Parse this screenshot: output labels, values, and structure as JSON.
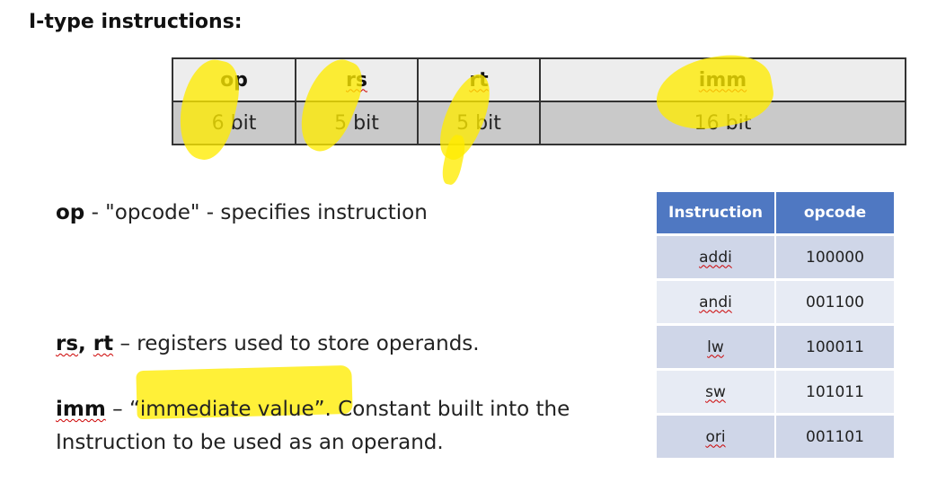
{
  "heading": "I-type instructions:",
  "format": {
    "fields": [
      {
        "name": "op",
        "bits": "6 bit"
      },
      {
        "name": "rs",
        "bits": "5 bit"
      },
      {
        "name": "rt",
        "bits": "5 bit"
      },
      {
        "name": "imm",
        "bits": "16 bit"
      }
    ]
  },
  "descriptions": {
    "op": {
      "term": "op",
      "text": " - \"opcode\" - specifies instruction"
    },
    "regs": {
      "term1": "rs",
      "sep": ", ",
      "term2": "rt",
      "text": " – registers used to store operands."
    },
    "imm": {
      "term": "imm",
      "dash": " – ",
      "quoted": "“immediate value”.",
      "text": "  Constant built into the",
      "line2": "Instruction to be used as an operand."
    }
  },
  "opcode_table": {
    "headers": [
      "Instruction",
      "opcode"
    ],
    "rows": [
      [
        "addi",
        "100000"
      ],
      [
        "andi",
        "001100"
      ],
      [
        "lw",
        "100011"
      ],
      [
        "sw",
        "101011"
      ],
      [
        "ori",
        "001101"
      ]
    ]
  },
  "colors": {
    "highlight": "#ffec00",
    "table_header": "#4f78c2"
  }
}
